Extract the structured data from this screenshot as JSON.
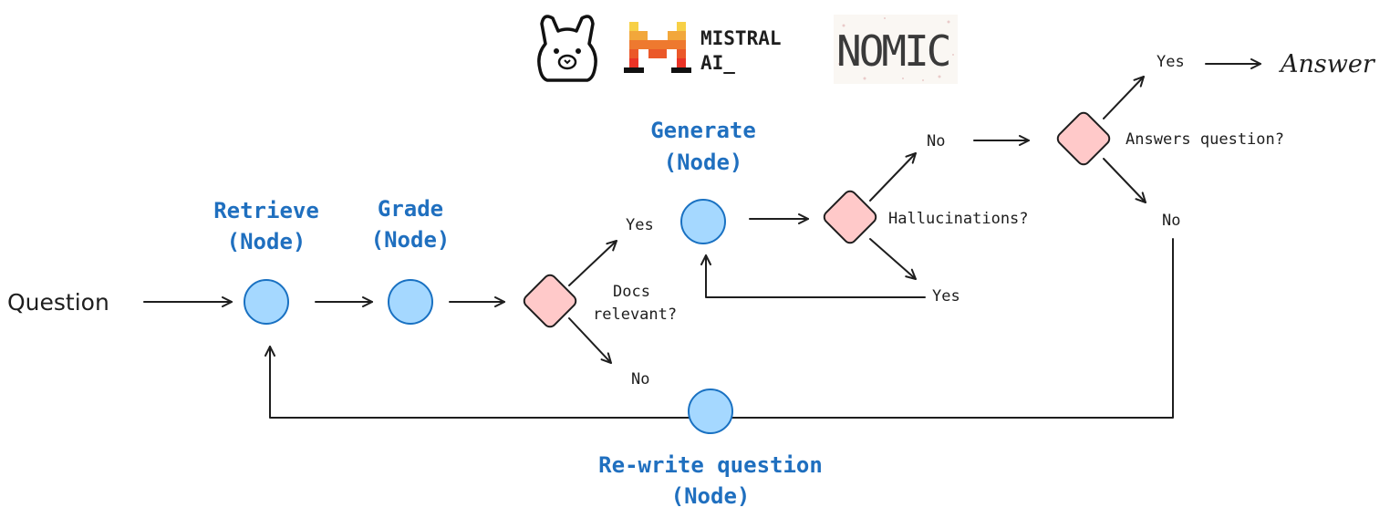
{
  "logos": {
    "ollama_icon": "llama-icon",
    "mistral_line1": "MISTRAL",
    "mistral_line2": "AI_",
    "nomic": "NOMIC"
  },
  "labels": {
    "question": "Question",
    "answer": "Answer"
  },
  "nodes": {
    "retrieve": {
      "title": "Retrieve",
      "subtitle": "(Node)"
    },
    "grade": {
      "title": "Grade",
      "subtitle": "(Node)"
    },
    "generate": {
      "title": "Generate",
      "subtitle": "(Node)"
    },
    "rewrite": {
      "title": "Re-write question",
      "subtitle": "(Node)"
    }
  },
  "decisions": {
    "docs_relevant": {
      "line1": "Docs",
      "line2": "relevant?"
    },
    "hallucinations": "Hallucinations?",
    "answers_question": "Answers question?"
  },
  "branches": {
    "docs_yes": "Yes",
    "docs_no": "No",
    "halluc_no": "No",
    "halluc_yes": "Yes",
    "answers_yes": "Yes",
    "answers_no": "No"
  },
  "colors": {
    "node_fill": "#a5d8ff",
    "node_stroke": "#1971c2",
    "decision_fill": "#ffc9c9",
    "node_label": "#1f6fbf"
  }
}
